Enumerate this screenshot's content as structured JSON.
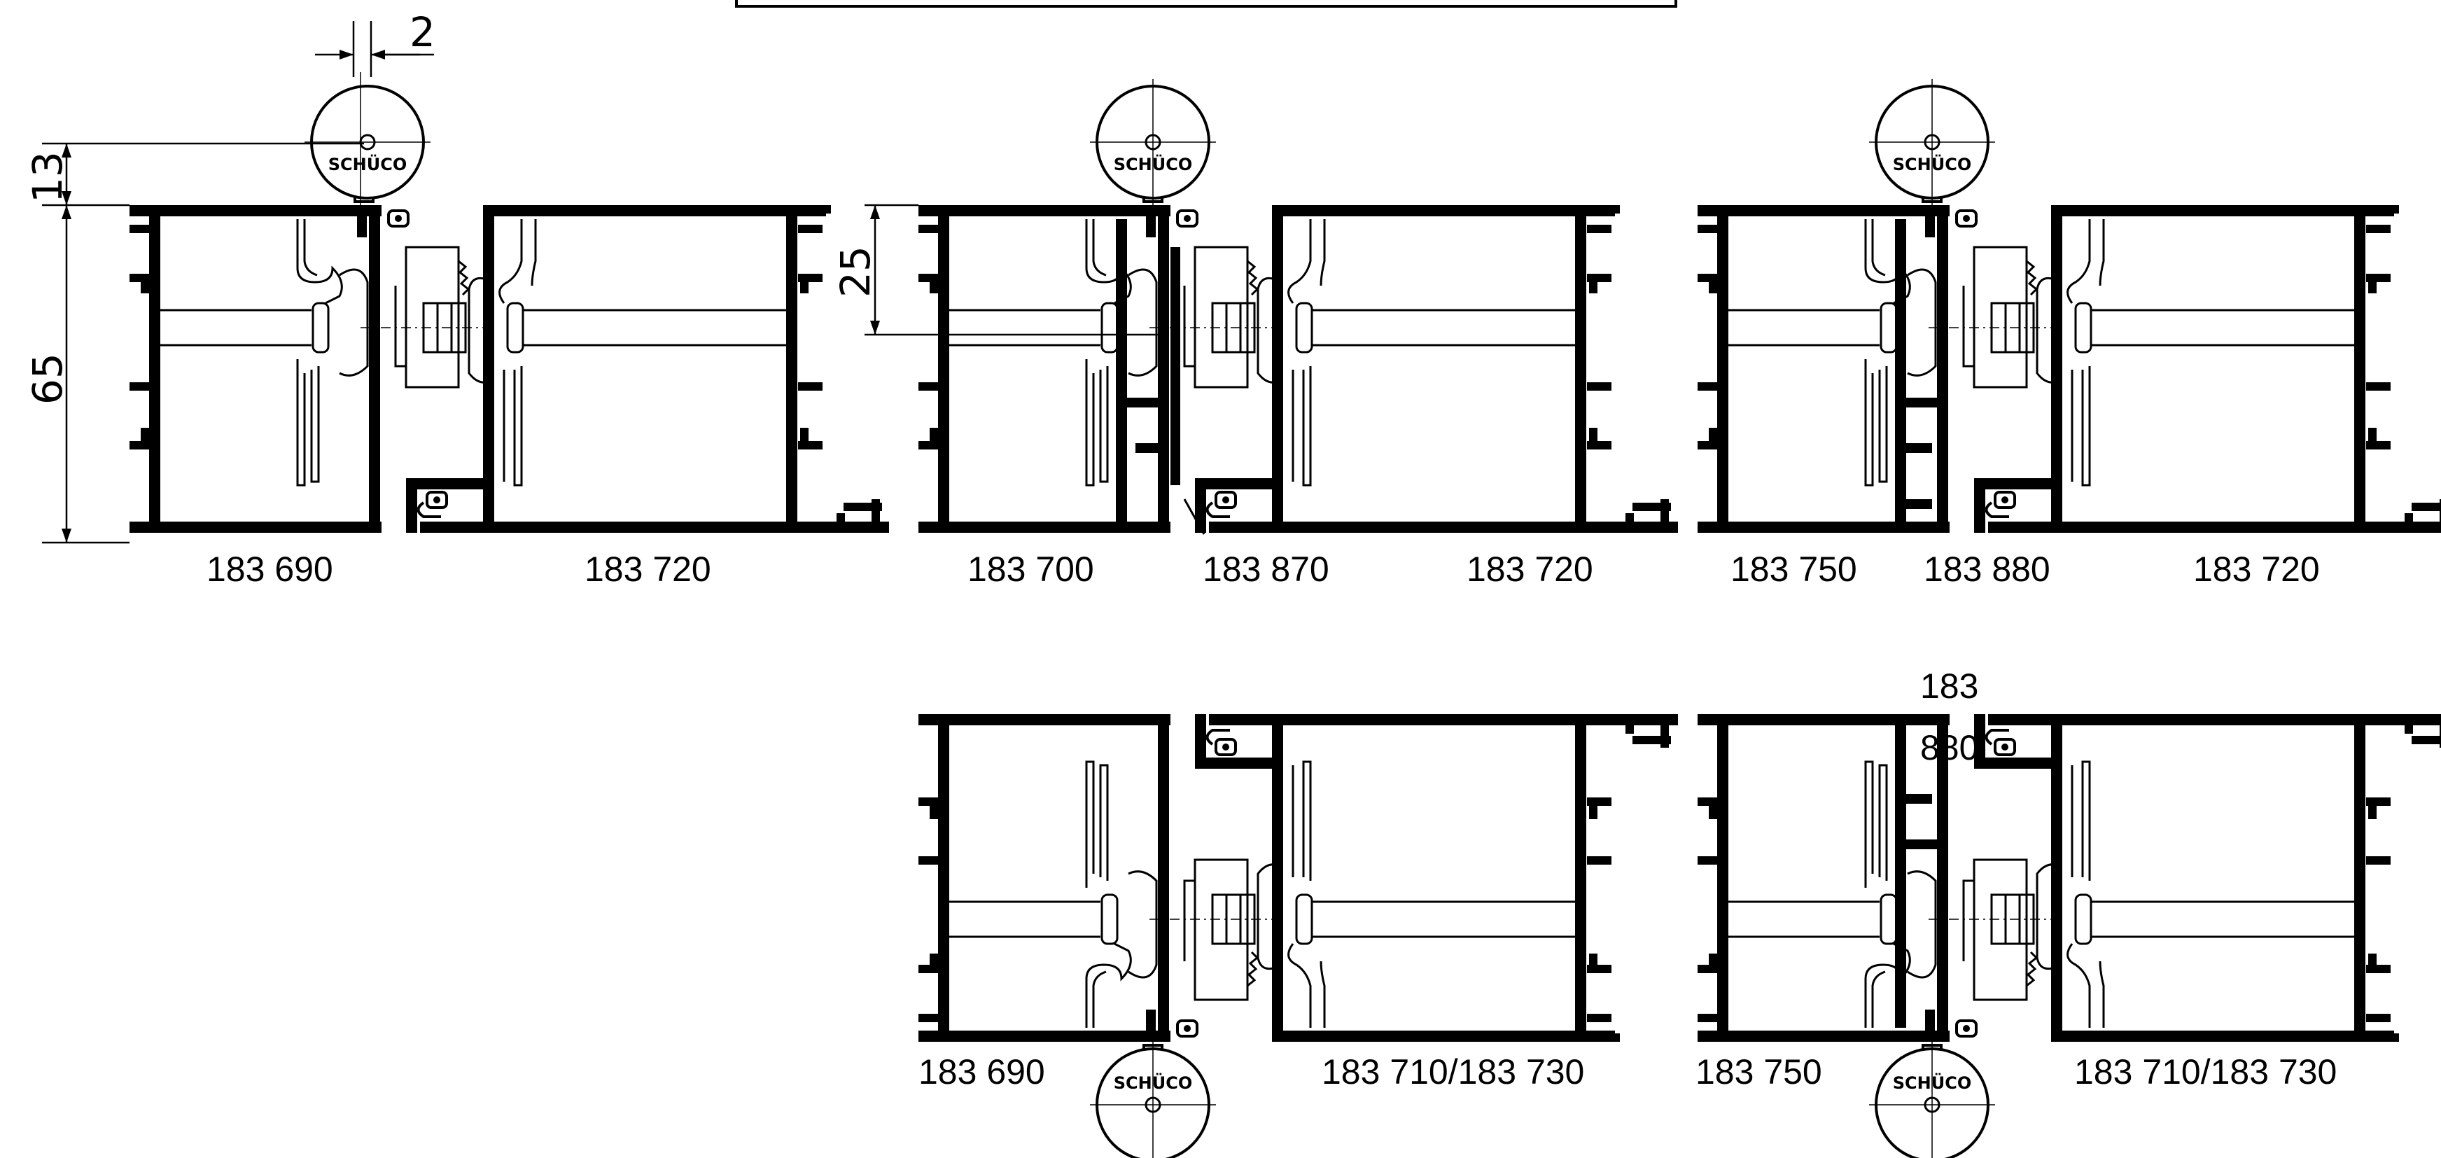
{
  "top_frame": {
    "present": true
  },
  "brand_mark": "SCHÜCO",
  "dimensions": {
    "gap": "2",
    "offset": "13",
    "height": "65",
    "handle_axis": "25"
  },
  "labels": {
    "s1_left": "183 690",
    "s1_right": "183 720",
    "s2_left": "183 700",
    "s2_mid": "183 870",
    "s2_right": "183 720",
    "s3_left": "183 750",
    "s3_mid": "183 880",
    "s3_right": "183 720",
    "s4_left": "183 690",
    "s4_right": "183 710/183 730",
    "s5_top_line1": "183",
    "s5_top_line2": "880",
    "s5_left": "183 750",
    "s5_right": "183 710/183 730"
  },
  "colors": {
    "ink": "#000000",
    "paper": "#ffffff"
  }
}
